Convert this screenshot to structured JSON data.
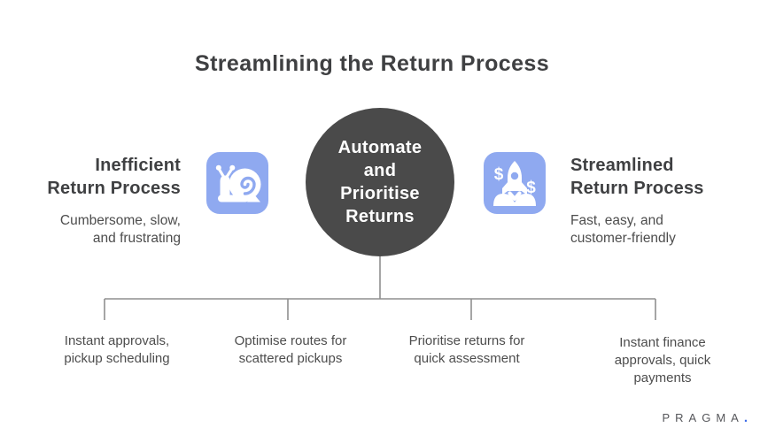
{
  "title": "Streamlining the Return Process",
  "center_node": {
    "label": "Automate\nand\nPrioritise\nReturns"
  },
  "left_node": {
    "heading": "Inefficient\nReturn Process",
    "subtitle": "Cumbersome, slow,\nand frustrating",
    "icon": "snail-icon"
  },
  "right_node": {
    "heading": "Streamlined\nReturn Process",
    "subtitle": "Fast, easy, and\ncustomer-friendly",
    "icon": "rocket-launch-icon"
  },
  "branches": [
    {
      "label": "Instant approvals,\npickup scheduling"
    },
    {
      "label": "Optimise routes for\nscattered pickups"
    },
    {
      "label": "Prioritise returns for\nquick assessment"
    },
    {
      "label": "Instant finance\napprovals, quick\npayments"
    }
  ],
  "logo": {
    "name": "PRAGMA",
    "dot": "."
  },
  "colors": {
    "circle_fill": "#4a4a4a",
    "icon_blue": "#8fa9f0",
    "heading_text": "#3f4042",
    "body_text": "#4d4d4d",
    "connector_line": "#8f8f8f",
    "logo_dot_blue": "#3d6de8"
  }
}
